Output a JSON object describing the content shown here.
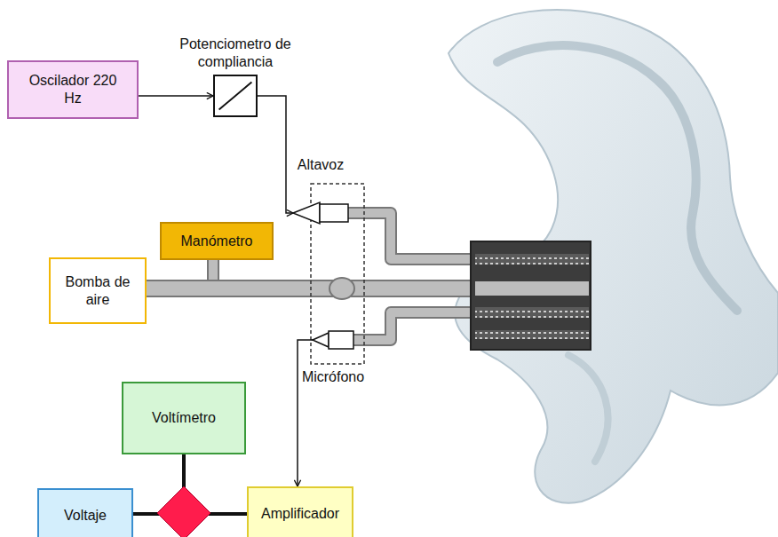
{
  "diagram": {
    "nodes": [
      {
        "text": [
          "Potenciometro de compliancia"
        ]
      },
      {
        "text": [
          "Oscilador 220 Hz"
        ]
      },
      {
        "text": [
          "Altavoz"
        ]
      },
      {
        "text": [
          "Manómetro"
        ]
      },
      {
        "text": [
          "Bomba de aire"
        ]
      },
      {
        "text": [
          "Micrófono"
        ]
      },
      {
        "text": [
          "Voltímetro"
        ]
      },
      {
        "text": [
          "Voltaje"
        ]
      },
      {
        "text": [
          "Amplificador"
        ]
      }
    ],
    "edges": [
      {
        "from": 1,
        "to": 0,
        "arrow": "to"
      },
      {
        "from": 0,
        "to": 2,
        "arrow": "to"
      },
      {
        "from": 5,
        "to": 8,
        "arrow": "to"
      },
      {
        "from": 6,
        "to": 8,
        "arrow": "none"
      },
      {
        "from": 7,
        "to": 8,
        "arrow": "none"
      }
    ]
  }
}
